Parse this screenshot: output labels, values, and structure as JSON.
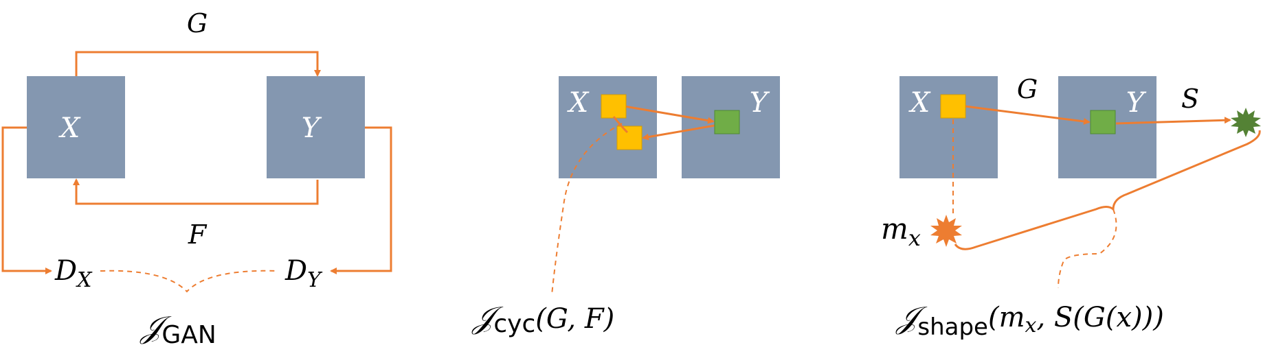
{
  "colors": {
    "box": "#8497b0",
    "arrow": "#ed7d31",
    "yellow": "#ffc000",
    "green": "#70ad47",
    "star_orange": "#ed7d31",
    "star_green": "#548235"
  },
  "panel1": {
    "x_label": "X",
    "y_label": "Y",
    "g_label": "G",
    "f_label": "F",
    "dx_main": "D",
    "dx_sub": "X",
    "dy_main": "D",
    "dy_sub": "Y",
    "loss_main": "𝒥",
    "loss_sub": "GAN"
  },
  "panel2": {
    "x_label": "X",
    "y_label": "Y",
    "loss_main": "𝒥",
    "loss_sub": "cyc",
    "loss_args": "(G, F)"
  },
  "panel3": {
    "x_label": "X",
    "y_label": "Y",
    "g_label": "G",
    "s_label": "S",
    "mx_main": "m",
    "mx_sub": "x",
    "loss_main": "𝒥",
    "loss_sub": "shape",
    "loss_args": "(m",
    "loss_args_sub": "x",
    "loss_args_rest": ", S(G(x)))"
  }
}
